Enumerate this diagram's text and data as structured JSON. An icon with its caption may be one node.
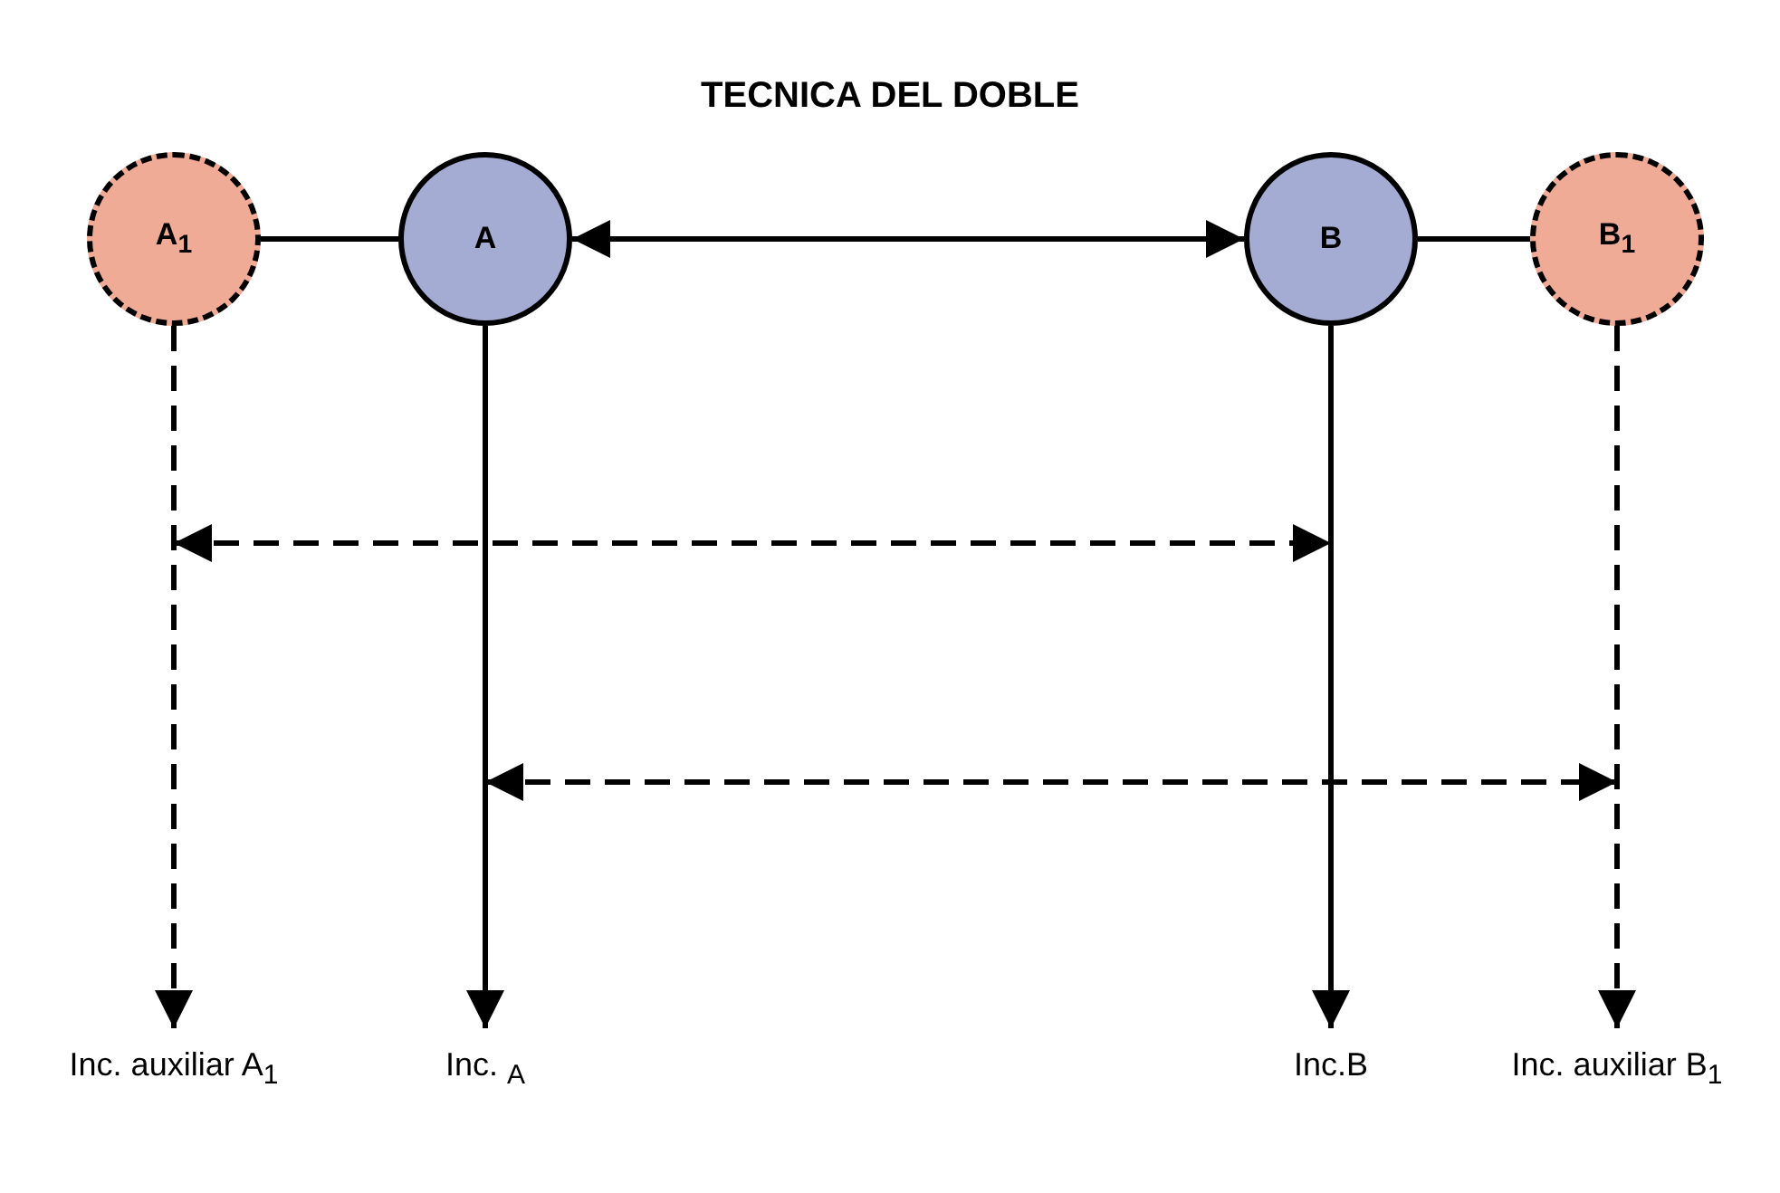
{
  "diagram": {
    "title": "TECNICA DEL DOBLE",
    "nodes": [
      {
        "text": [
          "A$_{1}$"
        ]
      },
      {
        "text": [
          "A"
        ]
      },
      {
        "text": [
          "B"
        ]
      },
      {
        "text": [
          "B$_{1}$"
        ]
      },
      {
        "text": [
          "Inc. auxiliar A$_{1}$"
        ]
      },
      {
        "text": [
          "Inc. $_{A}$"
        ]
      },
      {
        "text": [
          "Inc.B"
        ]
      },
      {
        "text": [
          "Inc. auxiliar B$_{1}$"
        ]
      }
    ],
    "edges": [
      {
        "from": 0,
        "to": 1,
        "arrow": "none"
      },
      {
        "from": 1,
        "to": 2,
        "arrow": "both"
      },
      {
        "from": 2,
        "to": 3,
        "arrow": "none"
      },
      {
        "from": 0,
        "to": 4,
        "arrow": "to",
        "style": "dashed"
      },
      {
        "from": 1,
        "to": 5,
        "arrow": "to"
      },
      {
        "from": 2,
        "to": 6,
        "arrow": "to"
      },
      {
        "from": 3,
        "to": 7,
        "arrow": "to",
        "style": "dashed"
      }
    ]
  }
}
